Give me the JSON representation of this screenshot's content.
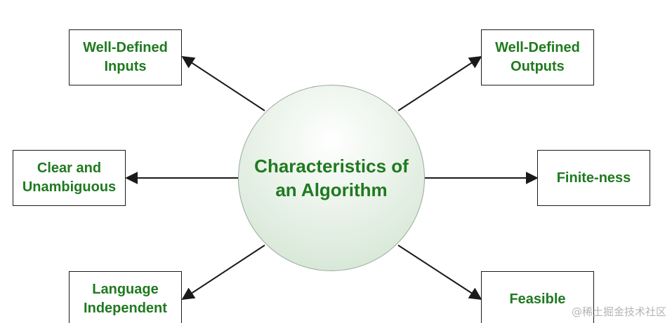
{
  "center": {
    "label": "Characteristics of\nan Algorithm"
  },
  "nodes": [
    {
      "id": "inputs",
      "label": "Well-Defined\nInputs"
    },
    {
      "id": "outputs",
      "label": "Well-Defined\nOutputs"
    },
    {
      "id": "clear",
      "label": "Clear and\nUnambiguous"
    },
    {
      "id": "finite",
      "label": "Finite-ness"
    },
    {
      "id": "language",
      "label": "Language\nIndependent"
    },
    {
      "id": "feasible",
      "label": "Feasible"
    }
  ],
  "watermark": "@稀土掘金技术社区",
  "colors": {
    "text": "#1f7a1f",
    "line": "#1a1a1a"
  }
}
